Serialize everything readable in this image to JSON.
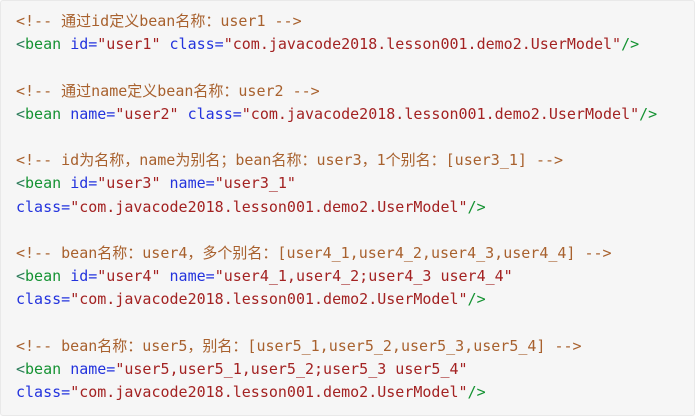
{
  "code_block": {
    "language": "xml",
    "background_color": "#f6f6f6",
    "border_color": "#e9e9e9",
    "token_styles": {
      "comment": "#a8612e",
      "bracket": "#2e7d5b",
      "tag": "#149232",
      "attr": "#2333dd",
      "string": "#a32222",
      "plain": "#333333"
    },
    "lines": [
      [
        {
          "type": "comment",
          "text": "<!-- 通过id定义bean名称：user1 -->"
        }
      ],
      [
        {
          "type": "bracket",
          "text": "<"
        },
        {
          "type": "tag",
          "text": "bean"
        },
        {
          "type": "plain",
          "text": " "
        },
        {
          "type": "attr",
          "text": "id="
        },
        {
          "type": "string",
          "text": "\"user1\""
        },
        {
          "type": "plain",
          "text": " "
        },
        {
          "type": "attr",
          "text": "class="
        },
        {
          "type": "string",
          "text": "\"com.javacode2018.lesson001.demo2.UserModel\""
        },
        {
          "type": "tag",
          "text": "/>"
        }
      ],
      [],
      [
        {
          "type": "comment",
          "text": "<!-- 通过name定义bean名称：user2 -->"
        }
      ],
      [
        {
          "type": "bracket",
          "text": "<"
        },
        {
          "type": "tag",
          "text": "bean"
        },
        {
          "type": "plain",
          "text": " "
        },
        {
          "type": "attr",
          "text": "name="
        },
        {
          "type": "string",
          "text": "\"user2\""
        },
        {
          "type": "plain",
          "text": " "
        },
        {
          "type": "attr",
          "text": "class="
        },
        {
          "type": "string",
          "text": "\"com.javacode2018.lesson001.demo2.UserModel\""
        },
        {
          "type": "tag",
          "text": "/>"
        }
      ],
      [],
      [
        {
          "type": "comment",
          "text": "<!-- id为名称，name为别名；bean名称：user3，1个别名：[user3_1] -->"
        }
      ],
      [
        {
          "type": "bracket",
          "text": "<"
        },
        {
          "type": "tag",
          "text": "bean"
        },
        {
          "type": "plain",
          "text": " "
        },
        {
          "type": "attr",
          "text": "id="
        },
        {
          "type": "string",
          "text": "\"user3\""
        },
        {
          "type": "plain",
          "text": " "
        },
        {
          "type": "attr",
          "text": "name="
        },
        {
          "type": "string",
          "text": "\"user3_1\""
        }
      ],
      [
        {
          "type": "attr",
          "text": "class="
        },
        {
          "type": "string",
          "text": "\"com.javacode2018.lesson001.demo2.UserModel\""
        },
        {
          "type": "tag",
          "text": "/>"
        }
      ],
      [],
      [
        {
          "type": "comment",
          "text": "<!-- bean名称：user4，多个别名：[user4_1,user4_2,user4_3,user4_4] -->"
        }
      ],
      [
        {
          "type": "bracket",
          "text": "<"
        },
        {
          "type": "tag",
          "text": "bean"
        },
        {
          "type": "plain",
          "text": " "
        },
        {
          "type": "attr",
          "text": "id="
        },
        {
          "type": "string",
          "text": "\"user4\""
        },
        {
          "type": "plain",
          "text": " "
        },
        {
          "type": "attr",
          "text": "name="
        },
        {
          "type": "string",
          "text": "\"user4_1,user4_2;user4_3 user4_4\""
        }
      ],
      [
        {
          "type": "attr",
          "text": "class="
        },
        {
          "type": "string",
          "text": "\"com.javacode2018.lesson001.demo2.UserModel\""
        },
        {
          "type": "tag",
          "text": "/>"
        }
      ],
      [],
      [
        {
          "type": "comment",
          "text": "<!-- bean名称：user5，别名：[user5_1,user5_2,user5_3,user5_4] -->"
        }
      ],
      [
        {
          "type": "bracket",
          "text": "<"
        },
        {
          "type": "tag",
          "text": "bean"
        },
        {
          "type": "plain",
          "text": " "
        },
        {
          "type": "attr",
          "text": "name="
        },
        {
          "type": "string",
          "text": "\"user5,user5_1,user5_2;user5_3 user5_4\""
        }
      ],
      [
        {
          "type": "attr",
          "text": "class="
        },
        {
          "type": "string",
          "text": "\"com.javacode2018.lesson001.demo2.UserModel\""
        },
        {
          "type": "tag",
          "text": "/>"
        }
      ]
    ]
  }
}
